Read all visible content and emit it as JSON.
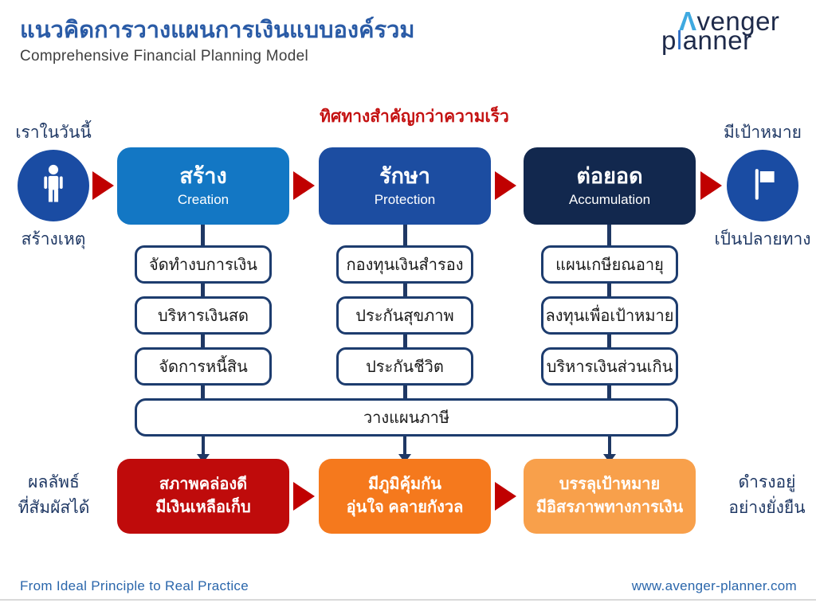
{
  "header": {
    "title_th": "แนวคิดการวางแผนการเงินแบบองค์รวม",
    "subtitle_en": "Comprehensive Financial Planning Model",
    "logo": {
      "caret": "Λ",
      "line1_rest": "venger",
      "line2_p": "p",
      "line2_l": "l",
      "line2_rest": "anner"
    }
  },
  "tagline": "ทิศทางสำคัญกว่าความเร็ว",
  "left_persona": {
    "icon": "person-icon",
    "top_label": "เราในวันนี้",
    "bottom_label": "สร้างเหตุ"
  },
  "right_persona": {
    "icon": "flag-icon",
    "top_label": "มีเป้าหมาย",
    "bottom_label": "เป็นปลายทาง"
  },
  "stages": [
    {
      "th": "สร้าง",
      "en": "Creation",
      "color": "#1377c4",
      "items": [
        "จัดทำงบการเงิน",
        "บริหารเงินสด",
        "จัดการหนี้สิน"
      ]
    },
    {
      "th": "รักษา",
      "en": "Protection",
      "color": "#1c4da1",
      "items": [
        "กองทุนเงินสำรอง",
        "ประกันสุขภาพ",
        "ประกันชีวิต"
      ]
    },
    {
      "th": "ต่อยอด",
      "en": "Accumulation",
      "color": "#12284e",
      "items": [
        "แผนเกษียณอายุ",
        "ลงทุนเพื่อเป้าหมาย",
        "บริหารเงินส่วนเกิน"
      ]
    }
  ],
  "tax_box": "วางแผนภาษี",
  "outcomes": [
    {
      "line1": "สภาพคล่องดี",
      "line2": "มีเงินเหลือเก็บ",
      "color": "#bf0b0b"
    },
    {
      "line1": "มีภูมิคุ้มกัน",
      "line2": "อุ่นใจ คลายกังวล",
      "color": "#f5791d"
    },
    {
      "line1": "บรรลุเป้าหมาย",
      "line2": "มีอิสรภาพทางการเงิน",
      "color": "#f8a04b"
    }
  ],
  "left_result": {
    "line1": "ผลลัพธ์",
    "line2": "ที่สัมผัสได้"
  },
  "right_result": {
    "line1": "ดำรงอยู่",
    "line2": "อย่างยั่งยืน"
  },
  "footer": {
    "left": "From Ideal Principle to Real Practice",
    "right": "www.avenger-planner.com"
  },
  "colors": {
    "title-blue": "#2a5ba6",
    "subtitle-gray": "#3f3f3f",
    "navy": "#1f3864",
    "line-navy": "#1f3864",
    "box-border": "#1d3c6e",
    "red-arrow": "#c00000",
    "tagline-red": "#c41111",
    "icon-blue": "#1a4ca3",
    "footer-blue": "#2a66ab",
    "logo-navy": "#1e2a4a",
    "logo-caret": "#3fa9e0",
    "logo-l": "#2f6fc8"
  }
}
